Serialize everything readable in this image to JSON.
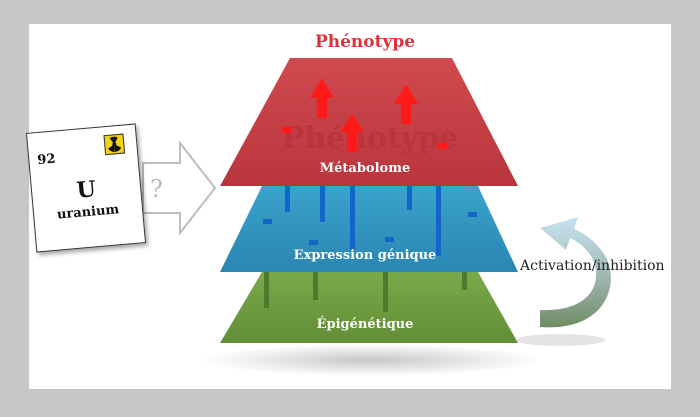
{
  "title": "Phénotype",
  "title_watermark": "Phénotype",
  "layers": {
    "metabolome": "Métabolome",
    "expression": "Expression génique",
    "epigenetique": "Épigénétique"
  },
  "feedback_label": "Activation/inhibition",
  "element_card": {
    "number": "92",
    "symbol": "U",
    "name": "uranium",
    "icon": "radioactive-icon"
  },
  "unknown_mark": "?",
  "colors": {
    "phenotype_title": "#e0303a",
    "metabolome": "#c93c41",
    "expression": "#2f93bd",
    "epigenetique": "#6f9b3c",
    "arrows_up": "#ff1a1a",
    "gene_bars": "#1565c8",
    "epi_bars": "#4d7a2c"
  }
}
